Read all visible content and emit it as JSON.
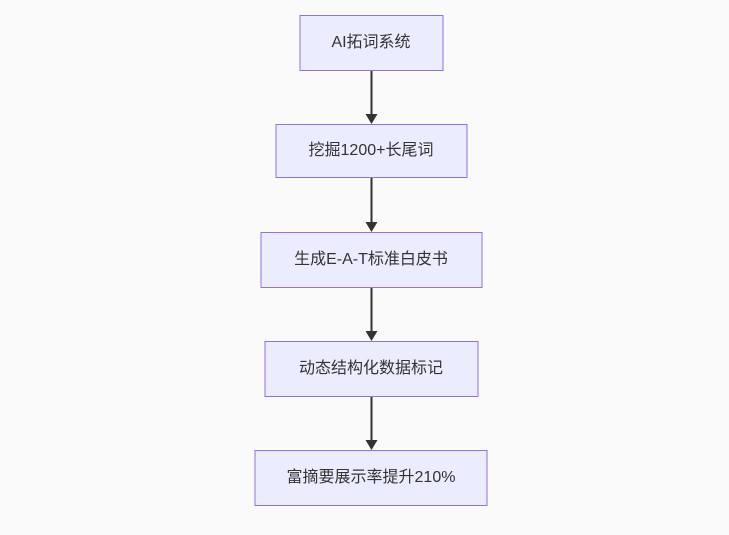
{
  "theme": {
    "background": "#fafafa",
    "node_fill": "#ececff",
    "node_border": "#9370db",
    "arrow_color": "#333333",
    "text_color": "#333333"
  },
  "diagram": {
    "type": "flowchart",
    "direction": "top-down",
    "nodes": [
      {
        "id": "step-1",
        "label": "AI拓词系统"
      },
      {
        "id": "step-2",
        "label": "挖掘1200+长尾词"
      },
      {
        "id": "step-3",
        "label": "生成E-A-T标准白皮书"
      },
      {
        "id": "step-4",
        "label": "动态结构化数据标记"
      },
      {
        "id": "step-5",
        "label": "富摘要展示率提升210%"
      }
    ],
    "edges": [
      {
        "from": "step-1",
        "to": "step-2"
      },
      {
        "from": "step-2",
        "to": "step-3"
      },
      {
        "from": "step-3",
        "to": "step-4"
      },
      {
        "from": "step-4",
        "to": "step-5"
      }
    ]
  }
}
